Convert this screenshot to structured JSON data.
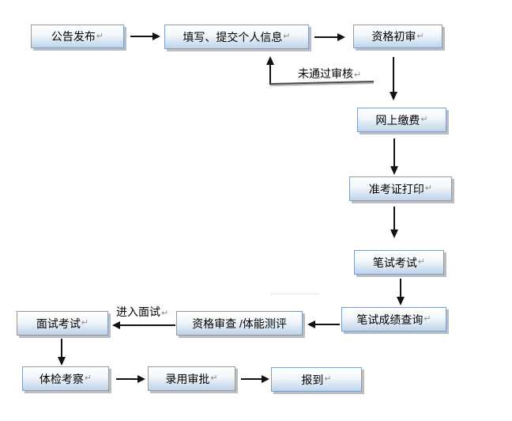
{
  "glyphs": {
    "return_mark": "↵"
  },
  "nodes": [
    {
      "id": "announcement",
      "label": "公告发布",
      "has_return_mark": true
    },
    {
      "id": "fill-submit-info",
      "label": "填写、提交个人信息",
      "has_return_mark": true
    },
    {
      "id": "initial-review",
      "label": "资格初审",
      "has_return_mark": true
    },
    {
      "id": "online-payment",
      "label": "网上缴费",
      "has_return_mark": true
    },
    {
      "id": "admission-ticket-print",
      "label": "准考证打印",
      "has_return_mark": true
    },
    {
      "id": "written-exam",
      "label": "笔试考试",
      "has_return_mark": true
    },
    {
      "id": "written-score-query",
      "label": "笔试成绩查询",
      "has_return_mark": true
    },
    {
      "id": "qualification-physical",
      "label": "资格审查 /体能测评",
      "has_return_mark": false
    },
    {
      "id": "interview-exam",
      "label": "面试考试",
      "has_return_mark": true
    },
    {
      "id": "medical-inspection",
      "label": "体检考察",
      "has_return_mark": true
    },
    {
      "id": "employment-approval",
      "label": "录用审批",
      "has_return_mark": true
    },
    {
      "id": "report-duty",
      "label": "报到",
      "has_return_mark": true
    }
  ],
  "edge_labels": {
    "fail_review": "未通过审核",
    "enter_interview": "进入面试"
  },
  "edges": [
    {
      "from": "announcement",
      "to": "fill-submit-info"
    },
    {
      "from": "fill-submit-info",
      "to": "initial-review"
    },
    {
      "from": "initial-review",
      "to": "online-payment"
    },
    {
      "from": "initial-review",
      "to": "fill-submit-info",
      "label": "未通过审核"
    },
    {
      "from": "online-payment",
      "to": "admission-ticket-print"
    },
    {
      "from": "admission-ticket-print",
      "to": "written-exam"
    },
    {
      "from": "written-exam",
      "to": "written-score-query"
    },
    {
      "from": "written-score-query",
      "to": "qualification-physical"
    },
    {
      "from": "qualification-physical",
      "to": "interview-exam",
      "label": "进入面试"
    },
    {
      "from": "interview-exam",
      "to": "medical-inspection"
    },
    {
      "from": "medical-inspection",
      "to": "employment-approval"
    },
    {
      "from": "employment-approval",
      "to": "report-duty"
    }
  ],
  "colors": {
    "background": "#ffffff",
    "box_border": "#7f9dc0",
    "box_fill_top": "#ffffff",
    "box_fill_bottom": "#bed3e9",
    "box_shadow": "#bdbdbd",
    "arrow": "#111111",
    "return_mark": "#8a8a8a"
  }
}
